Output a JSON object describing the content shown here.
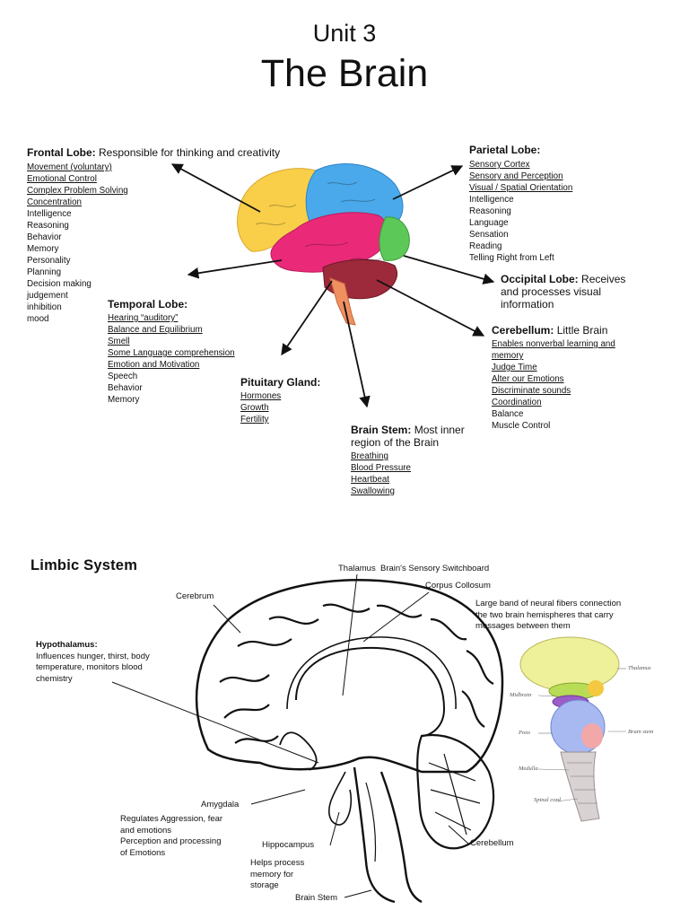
{
  "title": {
    "line1": "Unit 3",
    "line2": "The Brain"
  },
  "frontal": {
    "name": "Frontal Lobe:",
    "desc": "Responsible for thinking and creativity",
    "underlined": [
      "Movement (voluntary)",
      "Emotional Control",
      "Complex Problem Solving",
      "Concentration"
    ],
    "plain": [
      "Intelligence",
      "Reasoning",
      "Behavior",
      "Memory",
      "Personality",
      "Planning",
      "Decision making",
      "judgement",
      "inhibition",
      "mood"
    ]
  },
  "parietal": {
    "name": "Parietal Lobe:",
    "underlined": [
      "Sensory Cortex",
      "Sensory and Perception",
      "Visual / Spatial Orientation"
    ],
    "plain": [
      "Intelligence",
      "Reasoning",
      "Language",
      "Sensation",
      "Reading",
      "Telling Right from Left"
    ]
  },
  "occipital": {
    "name": "Occipital Lobe:",
    "desc1": "Receives",
    "desc2": "and processes visual",
    "desc3": "information"
  },
  "temporal": {
    "name": "Temporal Lobe:",
    "underlined": [
      "Hearing “auditory”",
      "Balance and Equilibrium",
      "Smell",
      "Some Language comprehension",
      "Emotion and Motivation"
    ],
    "plain": [
      "Speech",
      "Behavior",
      "Memory"
    ]
  },
  "cerebellum": {
    "name": "Cerebellum:",
    "desc": "Little Brain",
    "underlined": [
      "Enables nonverbal learning and",
      "memory",
      "Judge Time",
      "Alter our Emotions",
      "Discriminate sounds",
      "Coordination"
    ],
    "plain": [
      "Balance",
      "Muscle Control"
    ]
  },
  "pituitary": {
    "name": "Pituitary Gland:",
    "underlined": [
      "Hormones",
      "Growth",
      "Fertility"
    ]
  },
  "brainstem": {
    "name": "Brain Stem:",
    "desc1": "Most inner",
    "desc2": "region of the Brain",
    "underlined": [
      "Breathing",
      "Blood Pressure",
      "Heartbeat",
      "Swallowing"
    ]
  },
  "limbic": {
    "heading": "Limbic System",
    "thalamus": "Thalamus",
    "thalamus_desc": "Brain's Sensory Switchboard",
    "corpus": "Corpus Collosum",
    "corpus_desc": [
      "Large band of neural fibers connection",
      "the two brain hemispheres that carry",
      "messages between them"
    ],
    "cerebrum": "Cerebrum",
    "hypothalamus": "Hypothalamus:",
    "hypothalamus_desc": [
      "Influences hunger, thirst, body",
      "temperature, monitors blood",
      "chemistry"
    ],
    "amygdala": "Amygdala",
    "amygdala_desc": [
      "Regulates Aggression, fear",
      "and emotions",
      "Perception and processing",
      "of Emotions"
    ],
    "hippocampus": "Hippocampus",
    "hippocampus_desc": [
      "Helps process",
      "memory for",
      "storage"
    ],
    "brainstem": "Brain Stem",
    "cerebellum": "Cerebellum",
    "inset": {
      "thalamus": "Thalamus",
      "midbrain": "Midbrain",
      "pons": "Pons",
      "medulla": "Medulla",
      "spinal": "Spinal cord",
      "stem": "Brain stem"
    }
  },
  "colors": {
    "frontal": "#f9cf4a",
    "parietal": "#4aa9ea",
    "temporal": "#ea2a78",
    "occipital": "#5cc858",
    "cerebellum": "#9c2a3a",
    "stem": "#f09060"
  }
}
